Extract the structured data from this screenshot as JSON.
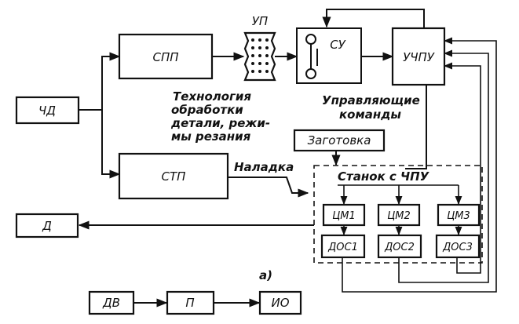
{
  "blocks": {
    "chd": "ЧД",
    "spp": "СПП",
    "stp": "СТП",
    "up": "УП",
    "su": "СУ",
    "uchpu": "УЧПУ",
    "zagotovka": "Заготовка",
    "d": "Д",
    "cm1": "ЦМ1",
    "cm2": "ЦМ2",
    "cm3": "ЦМ3",
    "dos1": "ДОС1",
    "dos2": "ДОС2",
    "dos3": "ДОС3",
    "dv": "ДВ",
    "p": "П",
    "io": "ИО"
  },
  "labels": {
    "tech_line1": "Технология",
    "tech_line2": "обработки",
    "tech_line3": "детали, режи-",
    "tech_line4": "мы резания",
    "cmd_line1": "Управляющие",
    "cmd_line2": "команды",
    "naladka": "Наладка",
    "stanok": "Станок с ЧПУ",
    "part_a": "а)"
  },
  "colors": {
    "ink": "#111111",
    "paper": "#ffffff"
  }
}
